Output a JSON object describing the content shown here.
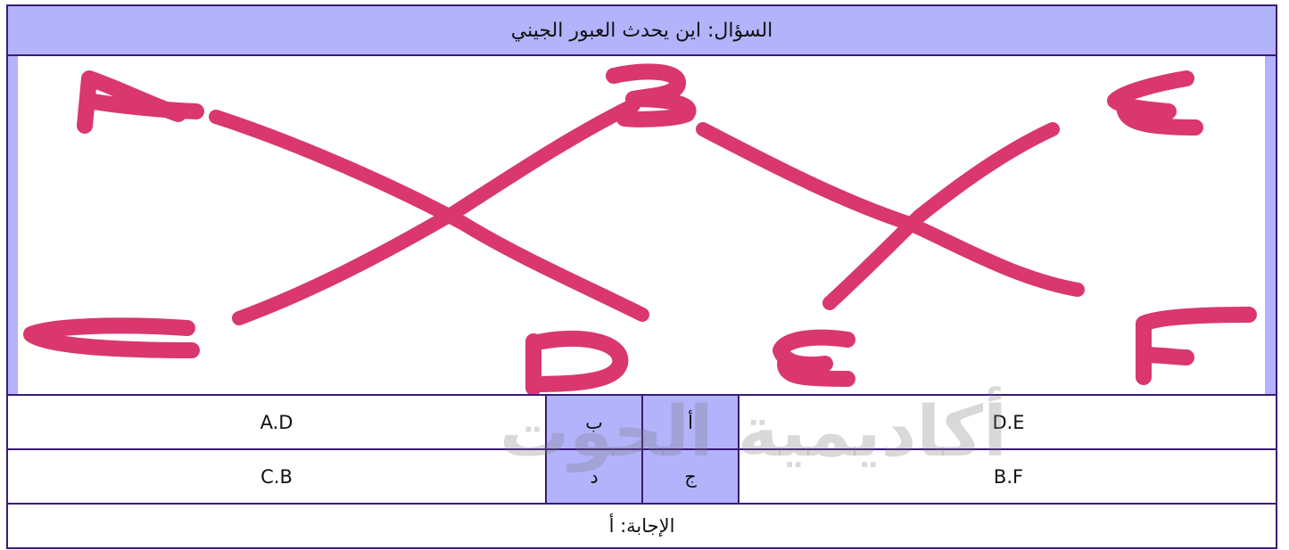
{
  "question": "السؤال: اين يحدث العبور الجيني",
  "figure": {
    "labels": [
      "A",
      "B",
      "E",
      "C",
      "D",
      "E",
      "F"
    ],
    "stroke_color": "#d9376e"
  },
  "options": {
    "row1": {
      "left_text": "A.D",
      "left_letter": "ب",
      "right_letter": "أ",
      "right_text": "D.E"
    },
    "row2": {
      "left_text": "C.B",
      "left_letter": "د",
      "right_letter": "ج",
      "right_text": "B.F"
    }
  },
  "answer": "الإجابة: أ",
  "watermark": "أكاديمية الحوت",
  "colors": {
    "header_bg": "#b3b3fb",
    "border": "#3a1a78"
  }
}
